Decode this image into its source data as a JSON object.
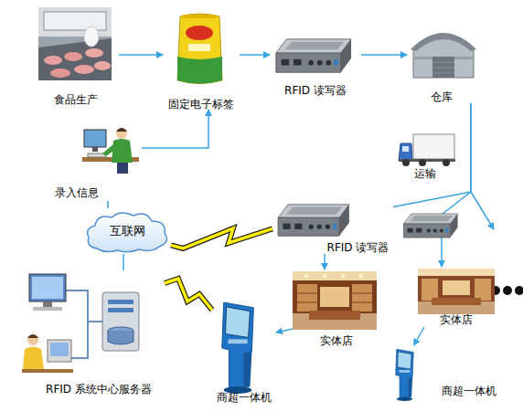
{
  "diagram": {
    "nodes": [
      {
        "text": [
          "食品生产"
        ]
      },
      {
        "text": [
          "固定电子标签"
        ]
      },
      {
        "text": [
          "RFID 读写器"
        ]
      },
      {
        "text": [
          "仓库"
        ]
      },
      {
        "text": [
          "运输"
        ]
      },
      {
        "text": [
          "录入信息"
        ]
      },
      {
        "text": [
          "互联网"
        ]
      },
      {
        "text": [
          "RFID 读写器"
        ]
      },
      {
        "text": [
          "实体店"
        ]
      },
      {
        "text": [
          "实体店"
        ]
      },
      {
        "text": [
          "商超一体机"
        ]
      },
      {
        "text": [
          "商超一体机"
        ]
      },
      {
        "text": [
          "RFID 系统中心服务器"
        ]
      }
    ],
    "edges": [
      {
        "from": 0,
        "to": 1,
        "arrow": "to"
      },
      {
        "from": 1,
        "to": 2,
        "arrow": "to"
      },
      {
        "from": 2,
        "to": 3,
        "arrow": "to"
      },
      {
        "from": 5,
        "to": 1,
        "arrow": "to"
      },
      {
        "from": 3,
        "to": 7,
        "arrow": "none"
      },
      {
        "from": 3,
        "to": 9,
        "arrow": "to"
      },
      {
        "from": 7,
        "to": 8,
        "arrow": "to"
      },
      {
        "from": 8,
        "to": 10,
        "arrow": "to"
      },
      {
        "from": 9,
        "to": 11,
        "arrow": "to"
      },
      {
        "from": 6,
        "to": 7,
        "arrow": "none"
      },
      {
        "from": 12,
        "to": 10,
        "arrow": "none"
      },
      {
        "from": 5,
        "to": 6,
        "arrow": "none"
      },
      {
        "from": 6,
        "to": 12,
        "arrow": "none"
      }
    ]
  }
}
